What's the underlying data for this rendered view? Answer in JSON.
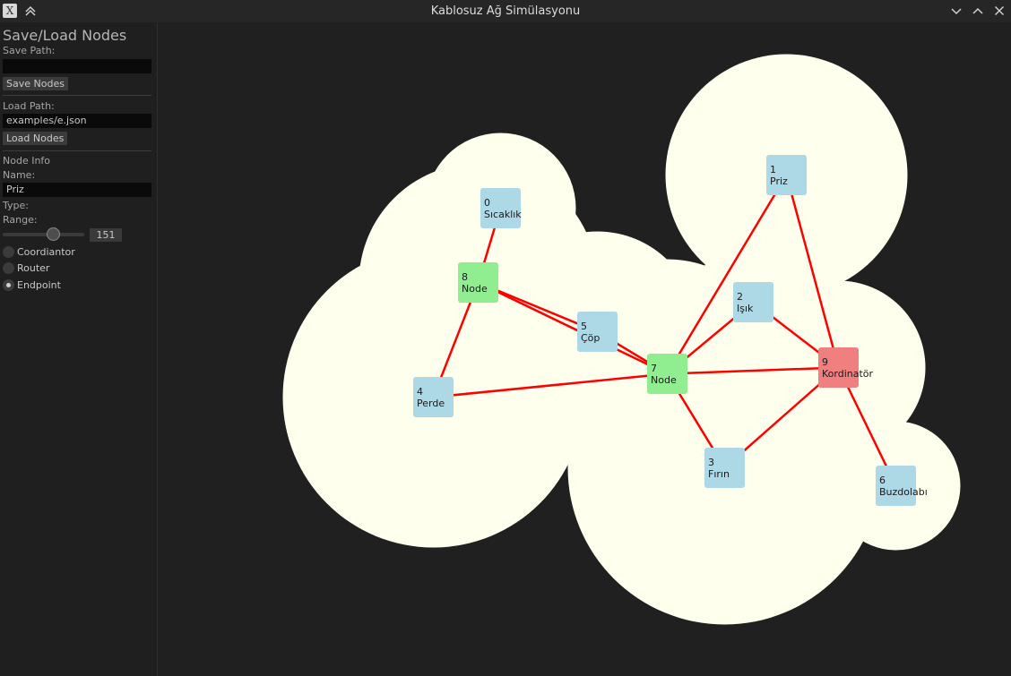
{
  "window": {
    "title": "Kablosuz Ağ Simülasyonu",
    "app_icon_glyph": "X"
  },
  "sidebar": {
    "save_load_title": "Save/Load Nodes",
    "save_path_label": "Save Path:",
    "save_path_value": "",
    "save_button": "Save Nodes",
    "load_path_label": "Load Path:",
    "load_path_value": "examples/e.json",
    "load_button": "Load Nodes",
    "node_info_title": "Node Info",
    "name_label": "Name:",
    "name_value": "Priz",
    "type_label": "Type:",
    "range_label": "Range:",
    "range_value": "151",
    "types": [
      {
        "label": "Coordiantor",
        "selected": false
      },
      {
        "label": "Router",
        "selected": false
      },
      {
        "label": "Endpoint",
        "selected": true
      }
    ]
  },
  "colors": {
    "endpoint": "#add8e6",
    "router": "#90ee90",
    "coordinator": "#f08080",
    "link": "#ff0000",
    "range": "#ffffee"
  },
  "network": {
    "nodes": [
      {
        "id": "0",
        "name": "Sıcaklık",
        "type": "endpoint"
      },
      {
        "id": "1",
        "name": "Priz",
        "type": "endpoint"
      },
      {
        "id": "2",
        "name": "Işık",
        "type": "endpoint"
      },
      {
        "id": "3",
        "name": "Fırın",
        "type": "endpoint"
      },
      {
        "id": "4",
        "name": "Perde",
        "type": "endpoint"
      },
      {
        "id": "5",
        "name": "Çöp",
        "type": "endpoint"
      },
      {
        "id": "6",
        "name": "Buzdolabı",
        "type": "endpoint"
      },
      {
        "id": "7",
        "name": "Node",
        "type": "router"
      },
      {
        "id": "8",
        "name": "Node",
        "type": "router"
      },
      {
        "id": "9",
        "name": "Kordinatör",
        "type": "coordinator"
      }
    ],
    "links": [
      [
        "0",
        "8"
      ],
      [
        "8",
        "4"
      ],
      [
        "8",
        "5"
      ],
      [
        "8",
        "7"
      ],
      [
        "5",
        "7"
      ],
      [
        "4",
        "7"
      ],
      [
        "7",
        "1"
      ],
      [
        "7",
        "2"
      ],
      [
        "7",
        "9"
      ],
      [
        "7",
        "3"
      ],
      [
        "1",
        "9"
      ],
      [
        "2",
        "9"
      ],
      [
        "3",
        "9"
      ],
      [
        "9",
        "6"
      ]
    ]
  }
}
